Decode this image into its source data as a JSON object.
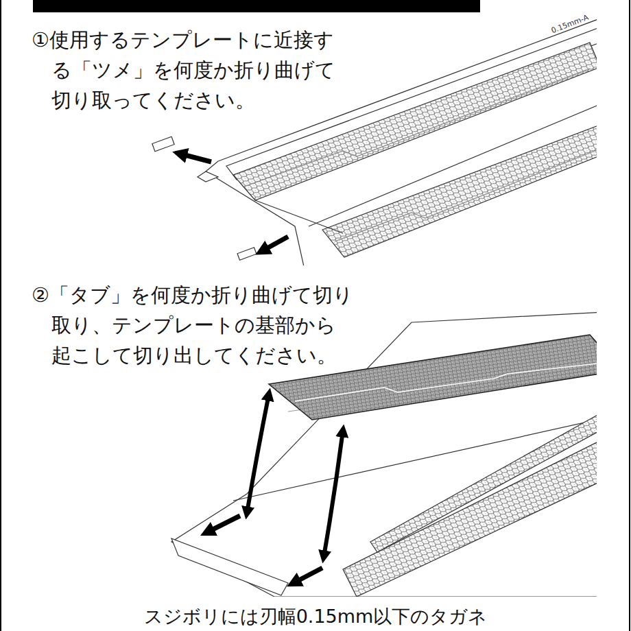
{
  "diagram": {
    "labels": [
      "①使用するテンプレートに近接する「ツメ」を何度か折り曲げて切り取ってください。",
      "0.15mm-A",
      "②「タブ」を何度か折り曲げて切り取り、テンプレートの基部から起こして切り出してください。",
      "スジボリには刃幅0.15mm以下のタガネ"
    ]
  }
}
